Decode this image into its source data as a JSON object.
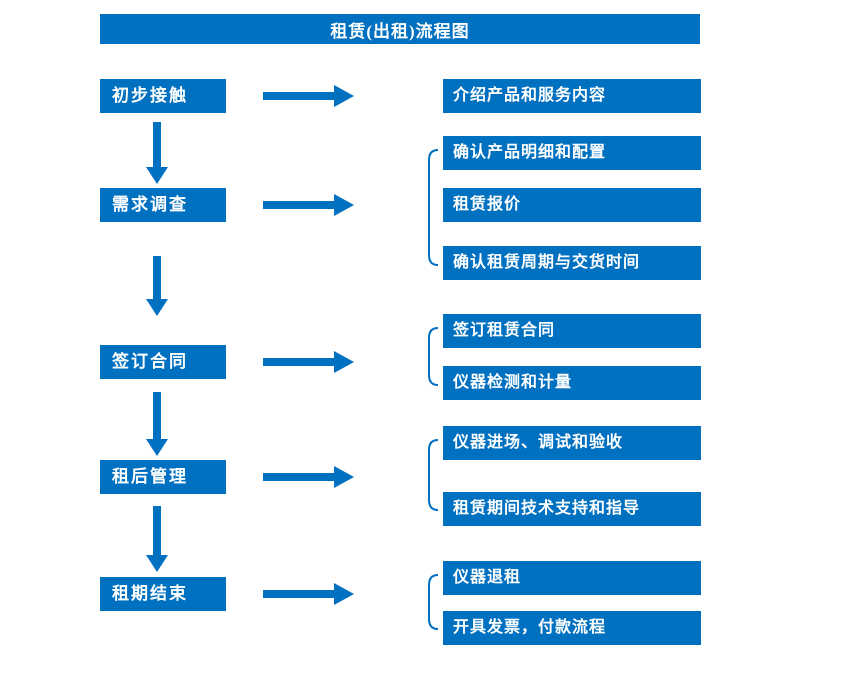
{
  "title": "租赁(出租)流程图",
  "colors": {
    "primary": "#0070C0",
    "box_text": "#ffffff",
    "background": "#ffffff"
  },
  "steps": [
    {
      "label": "初步接触",
      "targets": [
        "介绍产品和服务内容"
      ]
    },
    {
      "label": "需求调查",
      "targets": [
        "确认产品明细和配置",
        "租赁报价",
        "确认租赁周期与交货时间"
      ]
    },
    {
      "label": "签订合同",
      "targets": [
        "签订租赁合同",
        "仪器检测和计量"
      ]
    },
    {
      "label": "租后管理",
      "targets": [
        "仪器进场、调试和验收",
        "租赁期间技术支持和指导"
      ]
    },
    {
      "label": "租期结束",
      "targets": [
        "仪器退租",
        "开具发票，付款流程"
      ]
    }
  ]
}
